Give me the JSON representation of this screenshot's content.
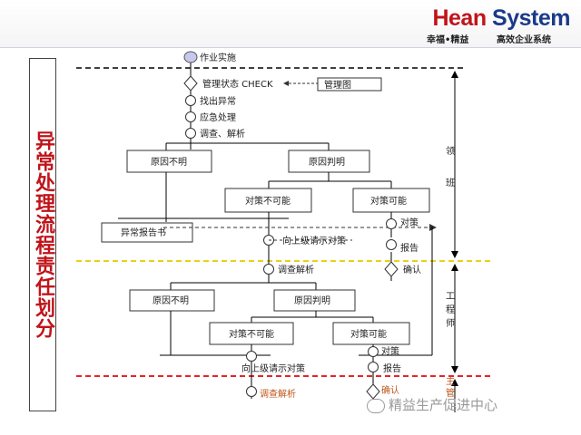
{
  "brand": {
    "logo_part1": "Hean",
    "logo_part2": "System",
    "slogan_left": "幸福•精益",
    "slogan_right": "高效企业系统"
  },
  "title": "异常处理流程责任划分",
  "roles": {
    "banzhang_1": "领",
    "banzhang_2": "班",
    "engineer_1": "工",
    "engineer_2": "程",
    "engineer_3": "师",
    "manager_1": "主",
    "manager_2": "管"
  },
  "flow": {
    "start": "作业实施",
    "check": "管理状态 CHECK",
    "mgmt_chart": "管理图",
    "find": "找出异常",
    "emergency": "应急处理",
    "investigate": "调查、解析",
    "cause_unknown_1": "原因不明",
    "cause_found_1": "原因判明",
    "cm_impossible_1": "对策不可能",
    "cm_possible_1": "对策可能",
    "report_doc": "异常报告书",
    "measure_1": "对策",
    "report_1": "报告",
    "ask_upper_1": "向上级请示对策",
    "investigate_2": "调查解析",
    "confirm_1": "确认",
    "cause_unknown_2": "原因不明",
    "cause_found_2": "原因判明",
    "cm_impossible_2": "对策不可能",
    "cm_possible_2": "对策可能",
    "measure_2": "对策",
    "ask_upper_2": "向上级请示对策",
    "report_2": "报告",
    "investigate_3": "调查解析",
    "confirm_2": "确认"
  },
  "watermark": "精益生产促进中心",
  "colors": {
    "brand_red": "#c0141b",
    "brand_blue": "#1a3a8a",
    "line_black": "#000000",
    "line_yellow": "#e8d21a",
    "line_red": "#e8232a",
    "node_fill_start": "#c8c8ee",
    "bottom_label": "#c0561b"
  }
}
